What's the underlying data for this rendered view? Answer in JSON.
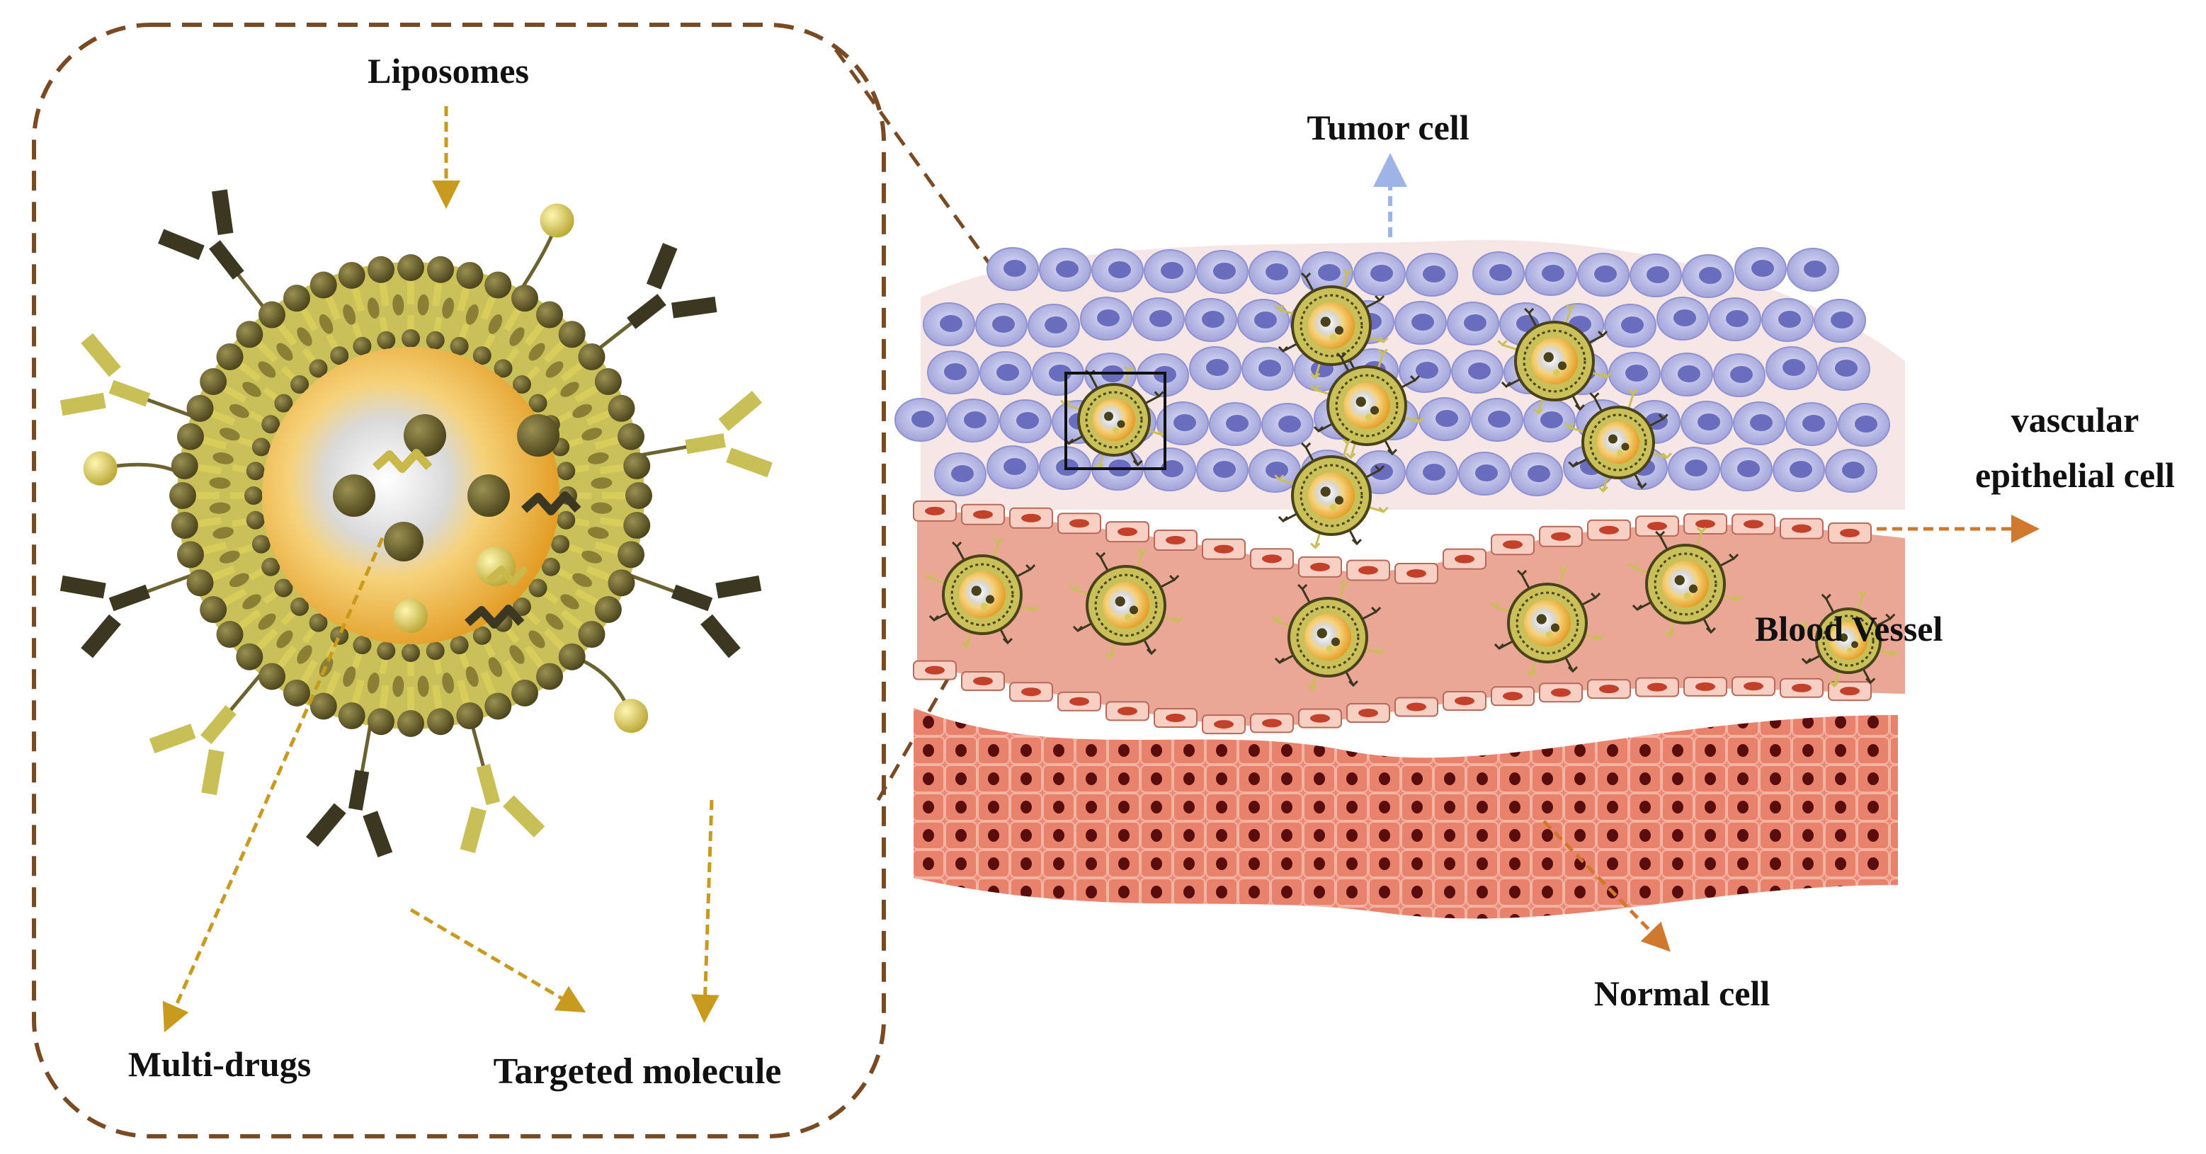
{
  "labels": {
    "liposomes": "Liposomes",
    "multi_drugs": "Multi-drugs",
    "targeted_molecule": "Targeted molecule",
    "tumor_cell": "Tumor cell",
    "vascular_line1": "vascular",
    "vascular_line2": "epithelial cell",
    "blood_vessel": "Blood Vessel",
    "normal_cell": "Normal cell"
  },
  "colors": {
    "inset_border": "#7a4a22",
    "liposome_arrow": "#c89a1e",
    "tumor_arrow": "#9fb4e6",
    "orange_arrow": "#d0782e",
    "tumor_fill": "#aeb0e2",
    "vessel": "#eba796",
    "endothelial": "#f7cfc3",
    "normal_tissue": "#e9826d",
    "nucleus": "#5a0d0d",
    "bilayer": "#5b5220",
    "lipid_tail": "#d8cc5a",
    "core": "#f2b93b",
    "ligand_dark": "#3c3721",
    "ligand_light": "#c9bf57"
  }
}
